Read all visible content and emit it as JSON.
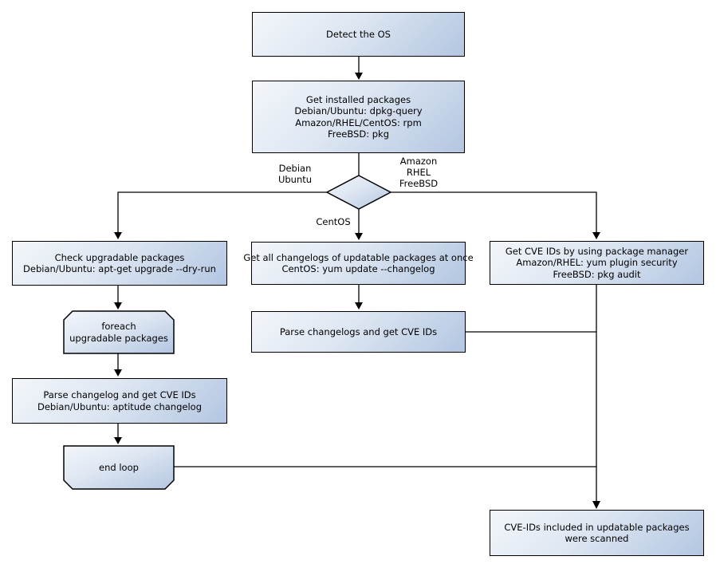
{
  "colors": {
    "background": "#ffffff",
    "node_fill_light": "#f3f6fa",
    "node_fill_dark": "#b3c6e1",
    "node_border": "#000000",
    "edge_line": "#000000",
    "text": "#000000"
  },
  "nodes": {
    "detect_os": {
      "lines": [
        "Detect the OS"
      ]
    },
    "get_installed_packages": {
      "lines": [
        "Get installed packages",
        "Debian/Ubuntu: dpkg-query",
        "Amazon/RHEL/CentOS: rpm",
        "FreeBSD: pkg"
      ]
    },
    "check_upgradable_packages": {
      "lines": [
        "Check upgradable packages",
        "Debian/Ubuntu: apt-get upgrade --dry-run"
      ]
    },
    "foreach_loop_start": {
      "lines": [
        "foreach",
        "upgradable  packages"
      ]
    },
    "parse_changelog_debian": {
      "lines": [
        "Parse changelog and get  CVE IDs",
        "Debian/Ubuntu: aptitude changelog"
      ]
    },
    "end_loop": {
      "lines": [
        "end loop"
      ]
    },
    "get_all_changelogs": {
      "lines": [
        "Get all changelogs of updatable packages at once",
        "CentOS: yum update --changelog"
      ]
    },
    "parse_changelogs": {
      "lines": [
        "Parse changelogs and get CVE IDs"
      ]
    },
    "get_cve_ids_pkg_manager": {
      "lines": [
        "Get CVE IDs by using package manager",
        "Amazon/RHEL: yum plugin security",
        "FreeBSD: pkg audit"
      ]
    },
    "result_scanned": {
      "lines": [
        "CVE-IDs included in updatable packages",
        "were scanned"
      ]
    }
  },
  "edge_labels": {
    "left_branch": {
      "lines": [
        "Debian",
        "Ubuntu"
      ]
    },
    "right_branch": {
      "lines": [
        "Amazon",
        "RHEL",
        "FreeBSD"
      ]
    },
    "down_branch": {
      "lines": [
        "CentOS"
      ]
    }
  }
}
